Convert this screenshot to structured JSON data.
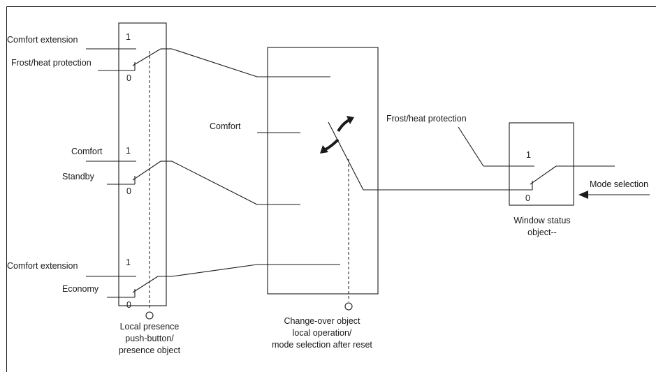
{
  "left_block": {
    "top": {
      "upper_label": "Comfort extension",
      "lower_label": "Frost/heat protection",
      "value_1": "1",
      "value_0": "0"
    },
    "middle": {
      "upper_label": "Comfort",
      "lower_label": "Standby",
      "value_1": "1",
      "value_0": "0"
    },
    "bottom": {
      "upper_label": "Comfort extension",
      "lower_label": "Economy",
      "value_1": "1",
      "value_0": "0"
    },
    "caption": [
      "Local presence",
      "push-button/",
      "presence object"
    ]
  },
  "center_block": {
    "input_label": "Comfort",
    "caption": [
      "Change-over object",
      "local operation/",
      "mode selection after reset"
    ]
  },
  "right_block": {
    "input_label": "Frost/heat protection",
    "value_1": "1",
    "value_0": "0",
    "caption": [
      "Window status",
      "object--"
    ],
    "mode_label": "Mode selection"
  }
}
